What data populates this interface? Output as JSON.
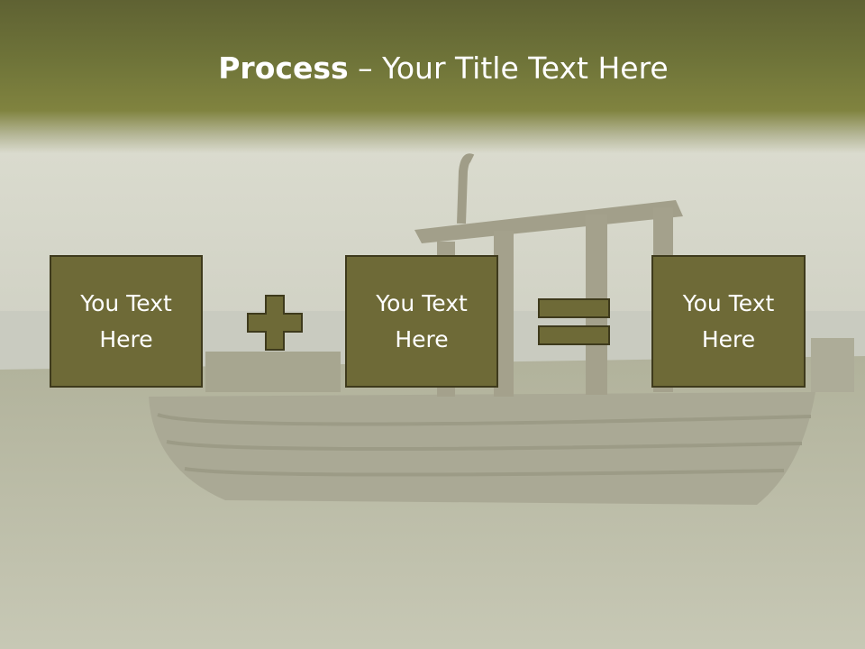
{
  "slide": {
    "title_bold": "Process",
    "title_rest": " – Your Title Text Here",
    "boxes": [
      {
        "text": "You Text Here"
      },
      {
        "text": "You Text Here"
      },
      {
        "text": "You Text Here"
      }
    ],
    "operators": [
      "plus-icon",
      "equals-icon"
    ]
  },
  "colors": {
    "header": "#6f7439",
    "box_fill": "#6e6a37",
    "box_border": "#3e3a1c",
    "text": "#ffffff"
  }
}
